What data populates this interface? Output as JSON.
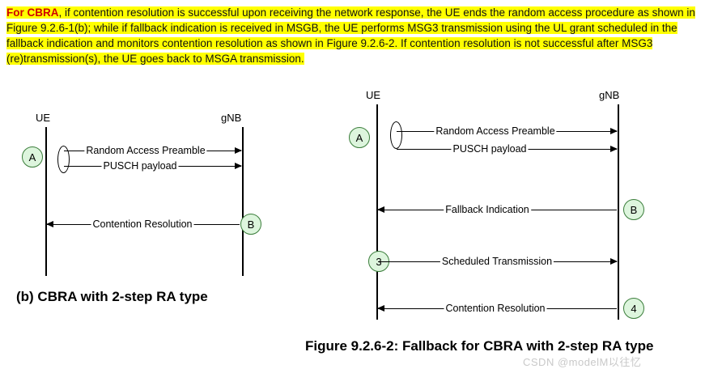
{
  "paragraph": {
    "lead": "For CBRA",
    "text": ", if contention resolution is successful upon receiving the network response, the UE ends the random access procedure as shown in Figure 9.2.6-1(b); while if fallback indication is received in MSGB, the UE performs MSG3 transmission using the UL grant scheduled in the fallback indication and monitors contention resolution as shown in Figure 9.2.6-2. If contention resolution is not successful after MSG3 (re)transmission(s), the UE goes back to MSGA transmission.",
    "highlight_color": "#ffff00",
    "lead_color": "#d00000"
  },
  "left_diagram": {
    "ue_label": "UE",
    "gnb_label": "gNB",
    "markers": [
      {
        "id": "A",
        "label": "A"
      },
      {
        "id": "B",
        "label": "B"
      }
    ],
    "messages": [
      {
        "label": "Random Access Preamble",
        "direction": "right"
      },
      {
        "label": "PUSCH payload",
        "direction": "right"
      },
      {
        "label": "Contention Resolution",
        "direction": "left"
      }
    ],
    "caption": "(b) CBRA with 2-step RA type"
  },
  "right_diagram": {
    "ue_label": "UE",
    "gnb_label": "gNB",
    "markers": [
      {
        "id": "A",
        "label": "A"
      },
      {
        "id": "B",
        "label": "B"
      },
      {
        "id": "3",
        "label": "3"
      },
      {
        "id": "4",
        "label": "4"
      }
    ],
    "messages": [
      {
        "label": "Random Access Preamble",
        "direction": "right"
      },
      {
        "label": "PUSCH payload",
        "direction": "right"
      },
      {
        "label": "Fallback Indication",
        "direction": "left"
      },
      {
        "label": "Scheduled Transmission",
        "direction": "right"
      },
      {
        "label": "Contention Resolution",
        "direction": "left"
      }
    ],
    "caption": "Figure 9.2.6-2: Fallback for CBRA with 2-step RA type"
  },
  "watermark": "CSDN @modelM以往忆"
}
